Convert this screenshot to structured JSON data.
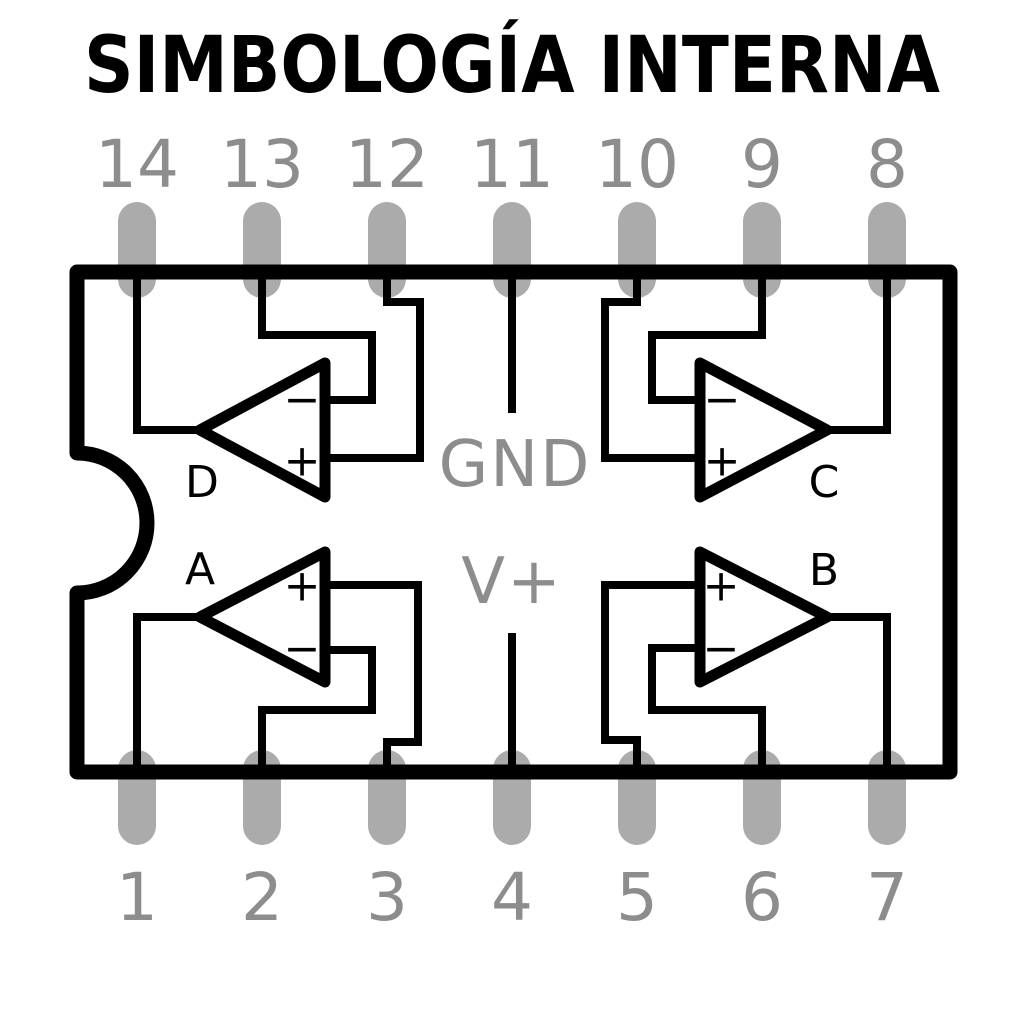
{
  "title": "SIMBOLOGÍA INTERNA",
  "pins": {
    "top": [
      "14",
      "13",
      "12",
      "11",
      "10",
      "9",
      "8"
    ],
    "bottom": [
      "1",
      "2",
      "3",
      "4",
      "5",
      "6",
      "7"
    ]
  },
  "opamps": {
    "d": {
      "label": "D",
      "top_sign": "−",
      "bottom_sign": "+"
    },
    "c": {
      "label": "C",
      "top_sign": "−",
      "bottom_sign": "+"
    },
    "a": {
      "label": "A",
      "top_sign": "+",
      "bottom_sign": "−"
    },
    "b": {
      "label": "B",
      "top_sign": "+",
      "bottom_sign": "−"
    }
  },
  "power": {
    "ground_label": "GND",
    "positive_label": "V+"
  },
  "colors": {
    "line": "#000000",
    "pin_stub": "#ababab",
    "gray_text": "#8d8d8d",
    "background": "#ffffff"
  }
}
